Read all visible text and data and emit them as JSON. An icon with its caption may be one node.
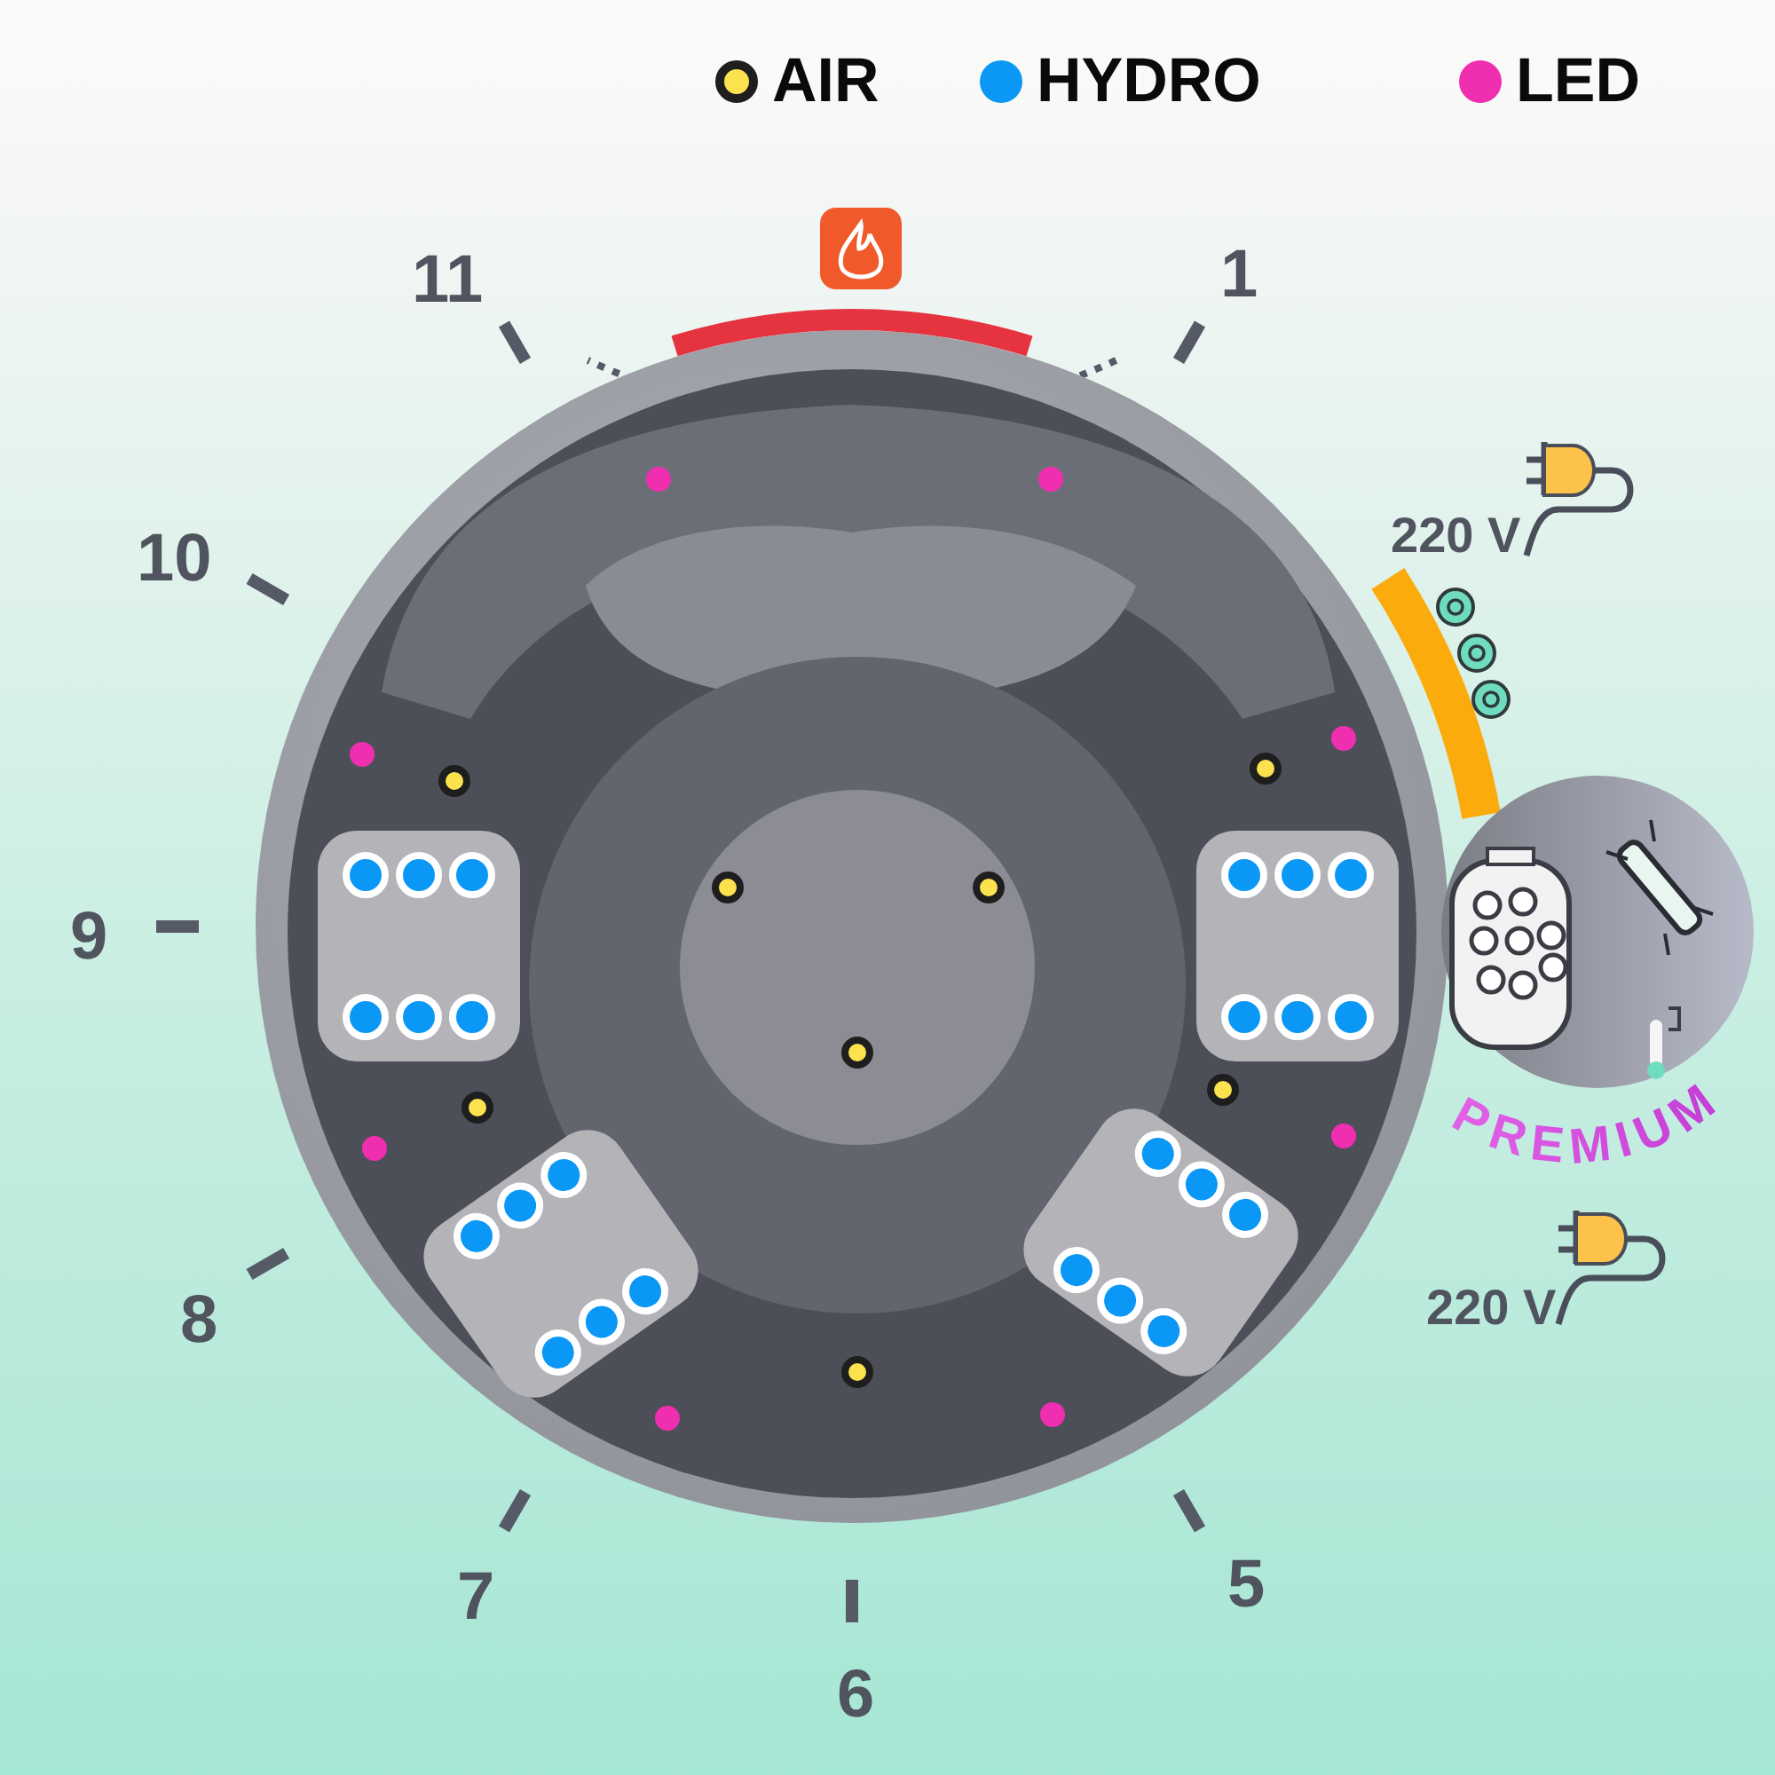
{
  "diagram": {
    "labels": [
      "11",
      "1",
      "220 V",
      "10",
      "9",
      "PREMIUM",
      "220 V",
      "8",
      "7",
      "5",
      "6"
    ],
    "legend": [
      {
        "text": "AIR",
        "color": "#fde24f"
      },
      {
        "text": "HYDRO",
        "color": "#0b97f5"
      },
      {
        "text": "LED",
        "color": "#f02eb0"
      }
    ]
  }
}
